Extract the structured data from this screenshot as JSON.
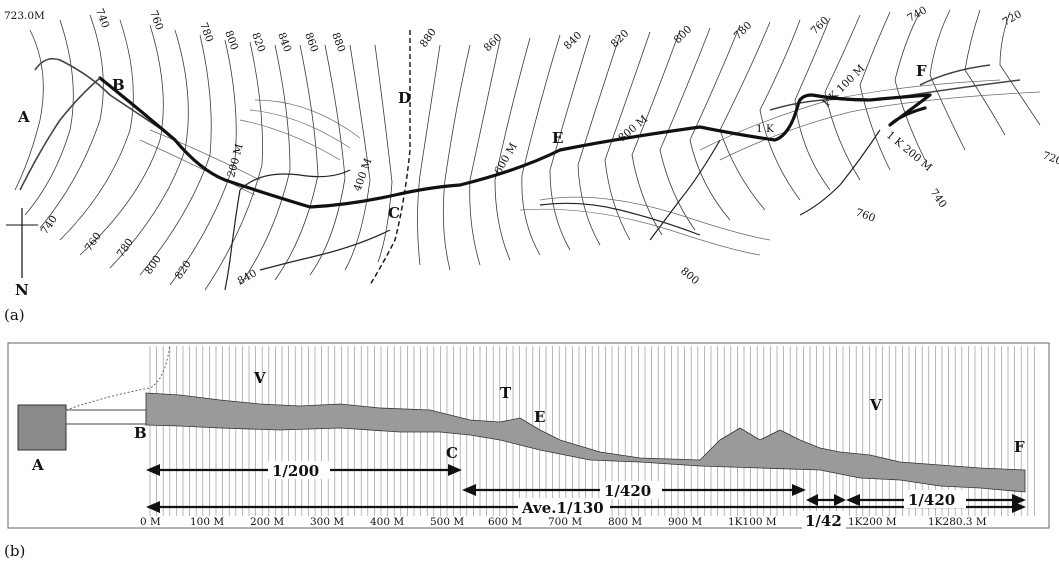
{
  "panel_a": {
    "caption": "(a)",
    "start_elevation": "723.0M",
    "north_label": "N",
    "points": {
      "A": "A",
      "B": "B",
      "C": "C",
      "D": "D",
      "E": "E",
      "F": "F"
    },
    "contour_labels_top": [
      "740",
      "760",
      "780",
      "800",
      "820",
      "840",
      "860",
      "880",
      "880",
      "860",
      "840",
      "820",
      "800",
      "780",
      "760",
      "740",
      "720"
    ],
    "contour_labels_bottom": [
      "740",
      "760",
      "780",
      "800",
      "820",
      "840"
    ],
    "contour_labels_right": [
      "720",
      "740",
      "760",
      "800"
    ],
    "chainage_labels": [
      "200 M",
      "400 M",
      "600 M",
      "800 M",
      "1 K",
      "1 K 100 M",
      "1 K 200 M"
    ]
  },
  "panel_b": {
    "caption": "(b)",
    "points": {
      "A": "A",
      "B": "B",
      "C": "C",
      "E": "E",
      "F": "F",
      "T": "T",
      "V1": "V",
      "V2": "V"
    },
    "gradients": [
      "1/200",
      "1/420",
      "Ave.1/130",
      "1/42",
      "1/420"
    ],
    "distance_ticks": [
      "0 M",
      "100 M",
      "200 M",
      "300 M",
      "400 M",
      "500 M",
      "600 M",
      "700 M",
      "800 M",
      "900 M",
      "1K100 M",
      "1K200 M",
      "1K280.3 M"
    ]
  }
}
